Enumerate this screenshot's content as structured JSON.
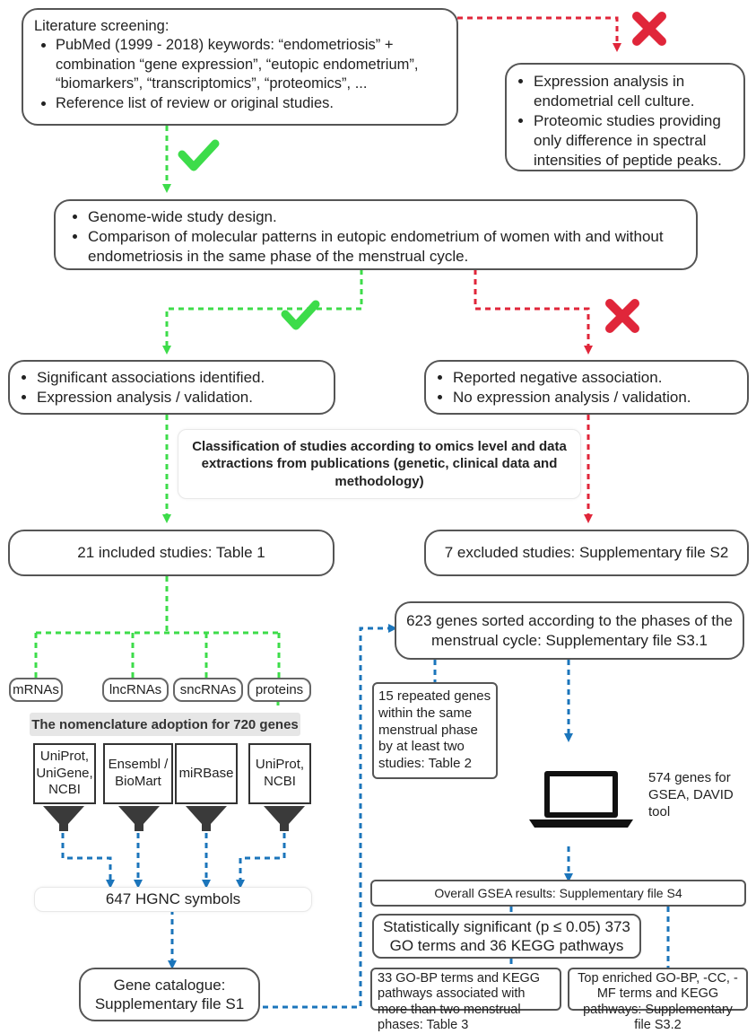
{
  "screening": {
    "title": "Literature screening:",
    "items": [
      "PubMed (1999 - 2018) keywords: “endometriosis” + combination “gene expression”, “eutopic endometrium”, “biomarkers”, “transcriptomics”, “proteomics”, ...",
      "Reference list of review or original studies."
    ]
  },
  "exclusion_top": {
    "items": [
      "Expression analysis in endometrial cell culture.",
      "Proteomic studies providing only difference in spectral intensities of peptide peaks."
    ]
  },
  "design": {
    "items": [
      "Genome-wide study design.",
      "Comparison of molecular patterns in eutopic endometrium of women with and without endometriosis in the same phase of the menstrual cycle."
    ]
  },
  "significant": {
    "items": [
      "Significant associations identified.",
      "Expression analysis / validation."
    ]
  },
  "negative": {
    "items": [
      "Reported negative association.",
      "No expression analysis / validation."
    ]
  },
  "classification": "Classification of studies according to omics level and data extractions from publications (genetic, clinical data and methodology)",
  "included": "21 included studies: Table 1",
  "excluded": "7 excluded studies: Supplementary file S2",
  "omics": [
    "mRNAs",
    "lncRNAs",
    "sncRNAs",
    "proteins"
  ],
  "nomenclature": "The nomenclature adoption for 720 genes",
  "databases": [
    "UniProt, UniGene, NCBI",
    "Ensembl / BioMart",
    "miRBase",
    "UniProt, NCBI"
  ],
  "hgnc": "647 HGNC symbols",
  "catalogue": "Gene catalogue: Supplementary file S1",
  "sorted": "623 genes sorted according to the phases of the menstrual cycle: Supplementary file S3.1",
  "repeated": "15 repeated genes within the same menstrual phase by at least two studies: Table 2",
  "gsea_genes": "574 genes for GSEA, DAVID tool",
  "overall": "Overall GSEA results: Supplementary file S4",
  "significant_terms": "Statistically significant (p ≤ 0.05) 373 GO terms and 36 KEGG pathways",
  "go_bp": "33 GO-BP terms and KEGG pathways associated with more than two menstrual phases: Table 3",
  "top_enriched": "Top enriched GO-BP, -CC, -MF terms and KEGG pathways: Supplementary file S3.2",
  "colors": {
    "green": "#3ddc4a",
    "red": "#e0263a",
    "blue": "#1b75bb",
    "funnel": "#3a3a3a"
  }
}
